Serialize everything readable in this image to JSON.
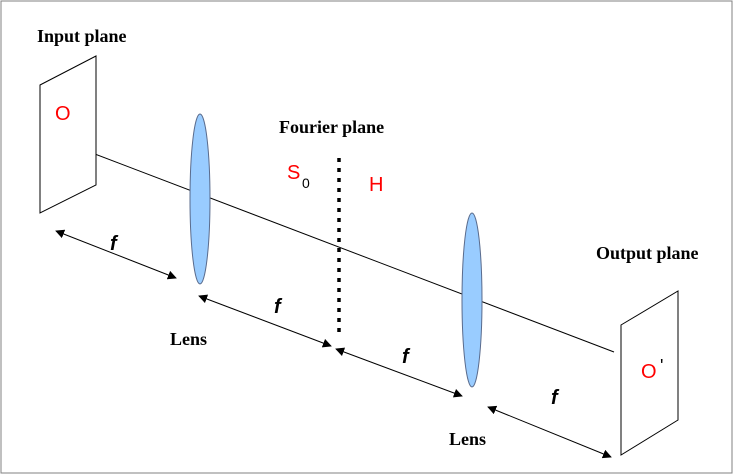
{
  "labels": {
    "input_plane": "Input plane",
    "fourier_plane": "Fourier plane",
    "output_plane": "Output plane",
    "lens_left": "Lens",
    "lens_right": "Lens"
  },
  "symbols": {
    "input_object": "O",
    "output_object": "O",
    "output_prime": "'",
    "s_letter": "S",
    "s_subscript": "0",
    "h_letter": "H",
    "focal_1": "f",
    "focal_2": "f",
    "focal_3": "f",
    "focal_4": "f"
  },
  "colors": {
    "background": "#ffffff",
    "border": "#808080",
    "lens_fill": "#99ccff",
    "lens_stroke": "#5a6b8c",
    "symbol_red": "#ff0000",
    "line": "#000000"
  }
}
